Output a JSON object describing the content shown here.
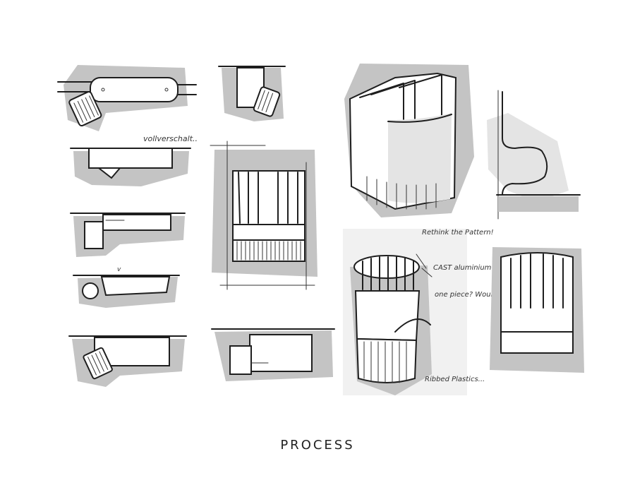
{
  "sheet": {
    "title": "PROCESS",
    "annotations": {
      "top_left": "vollverschalt..",
      "rethink": "Rethink the Pattern!",
      "cast_aluminium": "CAST aluminium",
      "one_piece": "one piece? Would be nice..",
      "ribbed_plastics": "Ribbed Plastics..."
    },
    "colors": {
      "background": "#ffffff",
      "ink": "#1e1e1e",
      "marker_grey": "#c4c4c4"
    }
  }
}
